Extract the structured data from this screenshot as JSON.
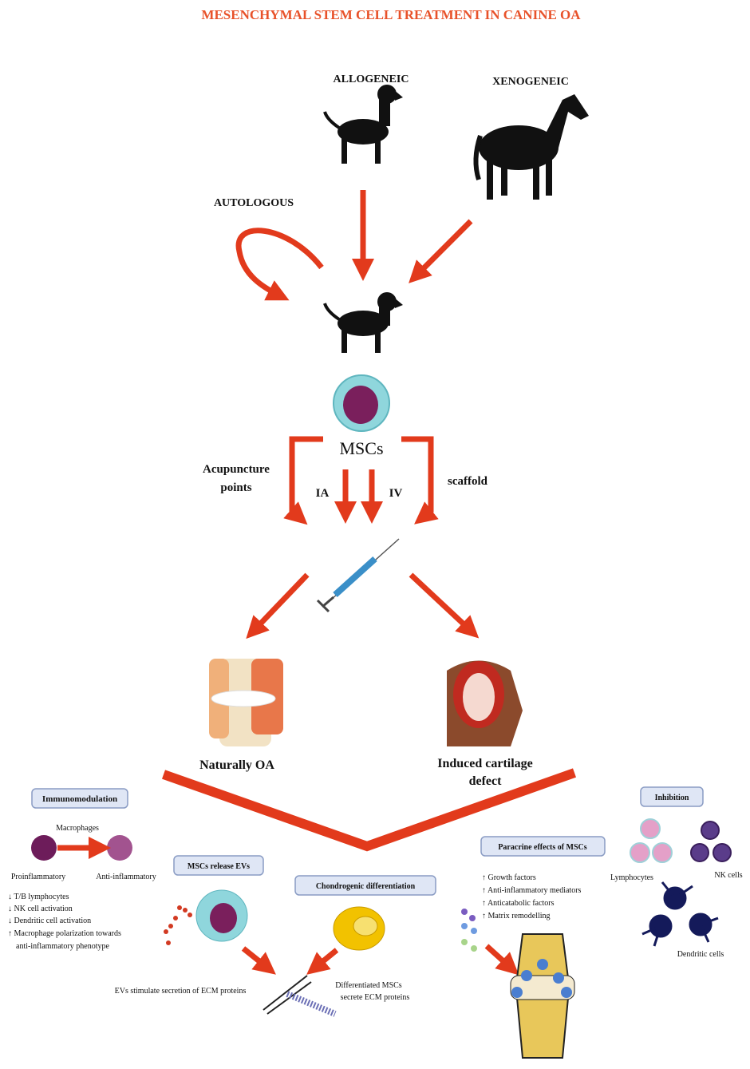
{
  "title": "MESENCHYMAL STEM CELL TREATMENT IN CANINE OA",
  "sources": {
    "allogeneic": "ALLOGENEIC",
    "xenogeneic": "XENOGENEIC",
    "autologous": "AUTOLOGOUS"
  },
  "mscs": {
    "label": "MSCs",
    "acupuncture_line1": "Acupuncture",
    "acupuncture_line2": "points",
    "ia": "IA",
    "iv": "IV",
    "scaffold": "scaffold"
  },
  "outcomes": {
    "naturally_oa": "Naturally OA",
    "induced_line1": "Induced cartilage",
    "induced_line2": "defect"
  },
  "immunomodulation": {
    "box": "Immunomodulation",
    "macrophages": "Macrophages",
    "pro": "Proinflammatory",
    "anti": "Anti-inflammatory",
    "items": [
      "↓ T/B lymphocytes",
      "↓ NK cell activation",
      "↓ Dendritic cell activation",
      "↑ Macrophage polarization towards",
      "anti-inflammatory phenotype"
    ]
  },
  "evs": {
    "box": "MSCs release EVs",
    "caption": "EVs stimulate secretion of ECM proteins"
  },
  "chondro": {
    "box": "Chondrogenic differentiation",
    "caption_line1": "Differentiated MSCs",
    "caption_line2": "secrete ECM proteins"
  },
  "paracrine": {
    "box": "Paracrine effects of MSCs",
    "items": [
      "↑ Growth factors",
      "↑ Anti-inflammatory mediators",
      "↑ Anticatabolic factors",
      "↑ Matrix remodelling"
    ]
  },
  "inhibition": {
    "box": "Inhibition",
    "lymphocytes": "Lymphocytes",
    "nk": "NK cells",
    "dendritic": "Dendritic cells"
  },
  "colors": {
    "accent": "#e23a1c",
    "title": "#e8522a",
    "box_fill": "#dfe6f5",
    "msc_cyan": "#8fd6dc",
    "nucleus": "#7a1f5c"
  }
}
